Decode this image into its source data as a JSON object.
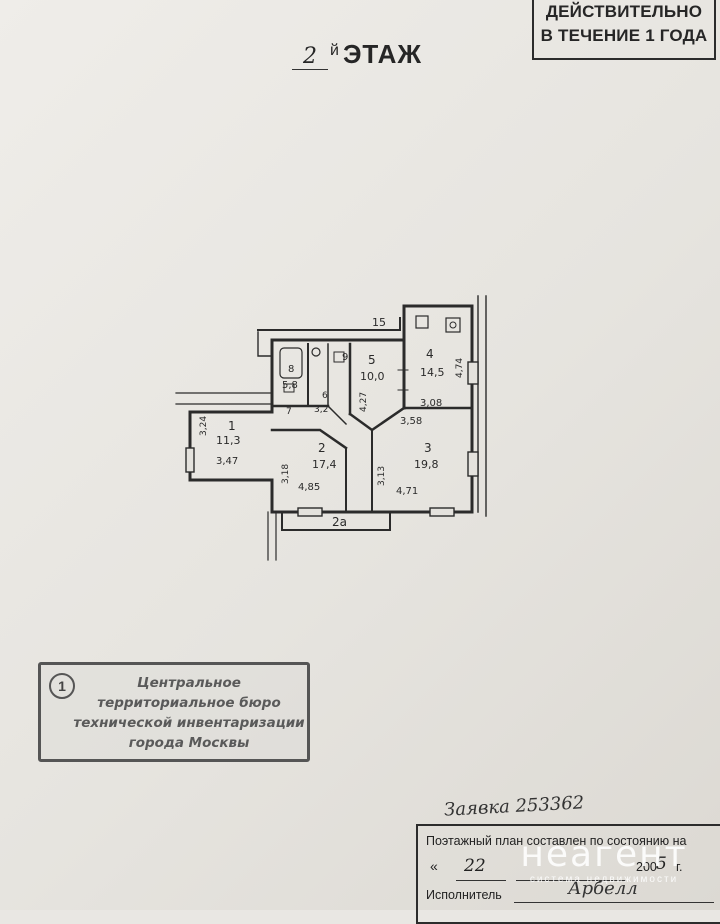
{
  "validity_stamp": {
    "line1": "ДЕЙСТВИТЕЛЬНО",
    "line2": "В ТЕЧЕНИЕ 1 ГОДА"
  },
  "floor_title": {
    "number": "2",
    "suffix": "й",
    "word": "ЭТАЖ"
  },
  "plan": {
    "building_axis": "15",
    "rooms": [
      {
        "id": "1",
        "area": "11,3"
      },
      {
        "id": "2",
        "area": "17,4"
      },
      {
        "id": "3",
        "area": "19,8"
      },
      {
        "id": "4",
        "area": "14,5"
      },
      {
        "id": "5",
        "area": "10,0"
      },
      {
        "id": "6",
        "area": "3,2"
      },
      {
        "id": "7",
        "area": ""
      },
      {
        "id": "8",
        "area": "5,8"
      },
      {
        "id": "9",
        "area": ""
      },
      {
        "id": "2а",
        "area": ""
      }
    ],
    "dimensions": [
      "3,24",
      "3,47",
      "3,18",
      "4,85",
      "3,13",
      "4,71",
      "3,58",
      "3,08",
      "4,74",
      "4,27"
    ]
  },
  "bti_stamp": {
    "number": "1",
    "lines": [
      "Центральное",
      "территориальное бюро",
      "технической инвентаризации",
      "города Москвы"
    ]
  },
  "application": "Заявка 253362",
  "footer": {
    "line1": "Поэтажный план составлен по состоянию на",
    "quote": "«",
    "day": "22",
    "year_printed": "200",
    "year_handwritten": "5",
    "year_suffix": "г.",
    "executor_label": "Исполнитель",
    "signature": "Арбелл"
  },
  "watermark": {
    "logo": "неагент",
    "tagline": "система недвижимости"
  }
}
